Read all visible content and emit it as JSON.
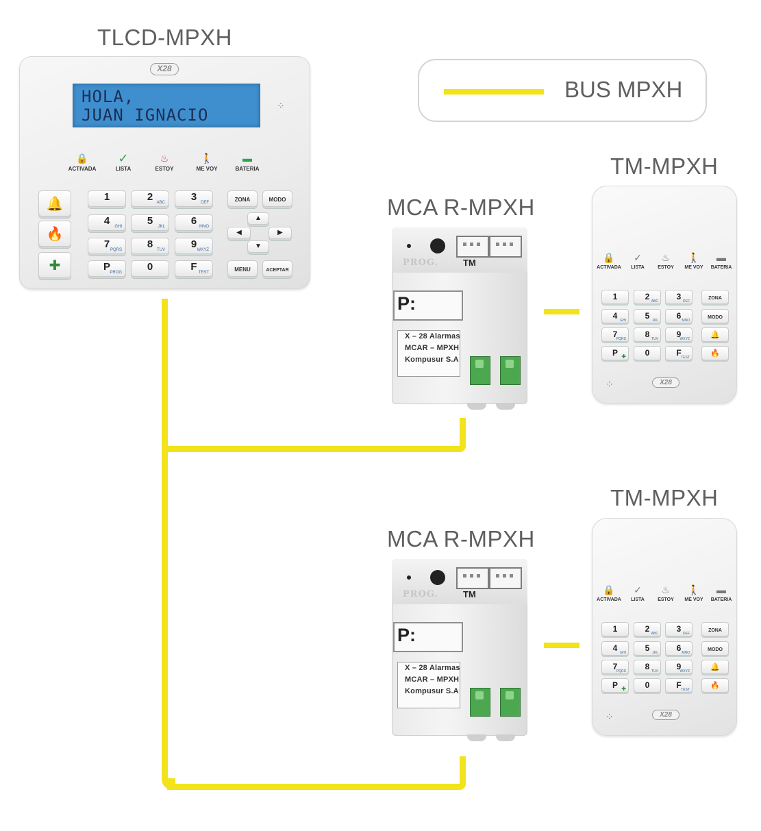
{
  "titles": {
    "tlcd": "TLCD-MPXH",
    "tm1": "TM-MPXH",
    "tm2": "TM-MPXH",
    "mca1": "MCA R-MPXH",
    "mca2": "MCA R-MPXH"
  },
  "legend": {
    "label": "BUS MPXH",
    "color": "#f2e31b"
  },
  "tlcd": {
    "logo": "X28",
    "lcd_line1": "HOLA,",
    "lcd_line2": "JUAN IGNACIO",
    "indicators": [
      {
        "icon": "🔒",
        "label": "ACTIVADA"
      },
      {
        "icon": "✓",
        "label": "LISTA"
      },
      {
        "icon": "♨",
        "label": "ESTOY"
      },
      {
        "icon": "🚶",
        "label": "ME VOY"
      },
      {
        "icon": "▬",
        "label": "BATERIA"
      }
    ],
    "keys": {
      "k1": "1",
      "k2": "2",
      "k2s": "ABC",
      "k3": "3",
      "k3s": "DEF",
      "k4": "4",
      "k4s": "GHI",
      "k5": "5",
      "k5s": "JKL",
      "k6": "6",
      "k6s": "MNO",
      "k7": "7",
      "k7s": "PQRS",
      "k8": "8",
      "k8s": "TUV",
      "k9": "9",
      "k9s": "WXYZ",
      "kp": "P",
      "kps": "PROG",
      "k0": "0",
      "kf": "F",
      "kfs": "TEST",
      "zona": "ZONA",
      "modo": "MODO",
      "menu": "MENU",
      "aceptar": "ACEPTAR",
      "up": "▲",
      "down": "▼",
      "left": "◀",
      "right": "▶",
      "bell": "🔔",
      "fire": "🔥",
      "plus": "✚"
    }
  },
  "mca": {
    "prog": "PROG.",
    "tm": "TM",
    "p": "P:",
    "sticker": [
      "X – 28 Alarmas",
      "MCAR – MPXH",
      "Kompusur S.A"
    ]
  },
  "tm": {
    "logo": "X28",
    "indicators": [
      {
        "icon": "🔒",
        "label": "ACTIVADA"
      },
      {
        "icon": "✓",
        "label": "LISTA"
      },
      {
        "icon": "♨",
        "label": "ESTOY"
      },
      {
        "icon": "🚶",
        "label": "ME VOY"
      },
      {
        "icon": "▬",
        "label": "BATERIA"
      }
    ],
    "keys": {
      "k1": "1",
      "k2": "2",
      "k2s": "ABC",
      "k3": "3",
      "k3s": "DEF",
      "zona": "ZONA",
      "k4": "4",
      "k4s": "GHI",
      "k5": "5",
      "k5s": "JKL",
      "k6": "6",
      "k6s": "MNO",
      "modo": "MODO",
      "k7": "7",
      "k7s": "PQRS",
      "k8": "8",
      "k8s": "TUV",
      "k9": "9",
      "k9s": "WXYZ",
      "bell": "🔔",
      "kp": "P",
      "kps": "✚",
      "k0": "0",
      "kf": "F",
      "kfs": "TEST",
      "fire": "🔥"
    }
  }
}
